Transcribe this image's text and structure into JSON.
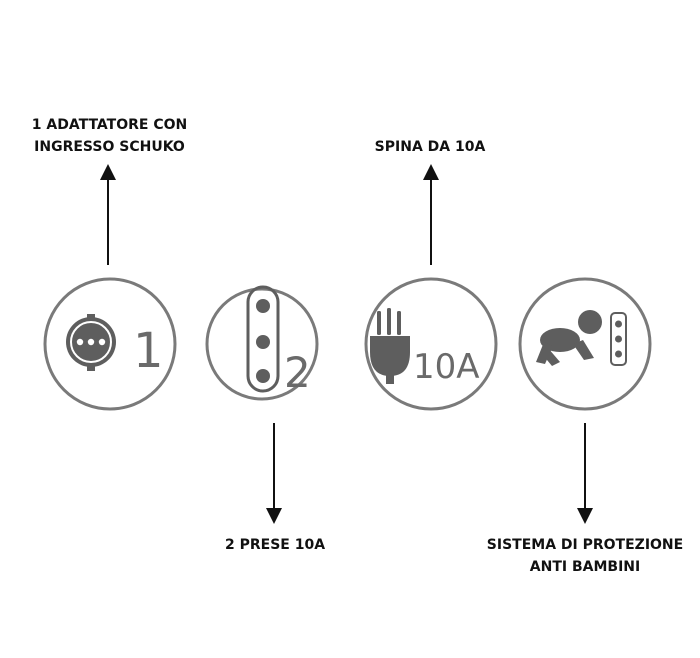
{
  "features": [
    {
      "id": "schuko-adapter",
      "icon": "schuko-socket-icon",
      "digit": "1",
      "label_lines": [
        "1 ADATTATORE CON",
        "INGRESSO SCHUKO"
      ]
    },
    {
      "id": "two-sockets",
      "icon": "italian-socket-icon",
      "digit": "2",
      "label_lines": [
        "2 PRESE 10A"
      ]
    },
    {
      "id": "plug-10a",
      "icon": "plug-icon",
      "digit": "10A",
      "label_lines": [
        "SPINA DA 10A"
      ]
    },
    {
      "id": "child-protection",
      "icon": "crawling-baby-icon",
      "digit": "",
      "label_lines": [
        "SISTEMA DI PROTEZIONE",
        "ANTI BAMBINI"
      ]
    }
  ],
  "colors": {
    "circle_stroke": "#7a7a7a",
    "icon_fill": "#5e5e5e",
    "arrow": "#111111",
    "text": "#111111"
  }
}
